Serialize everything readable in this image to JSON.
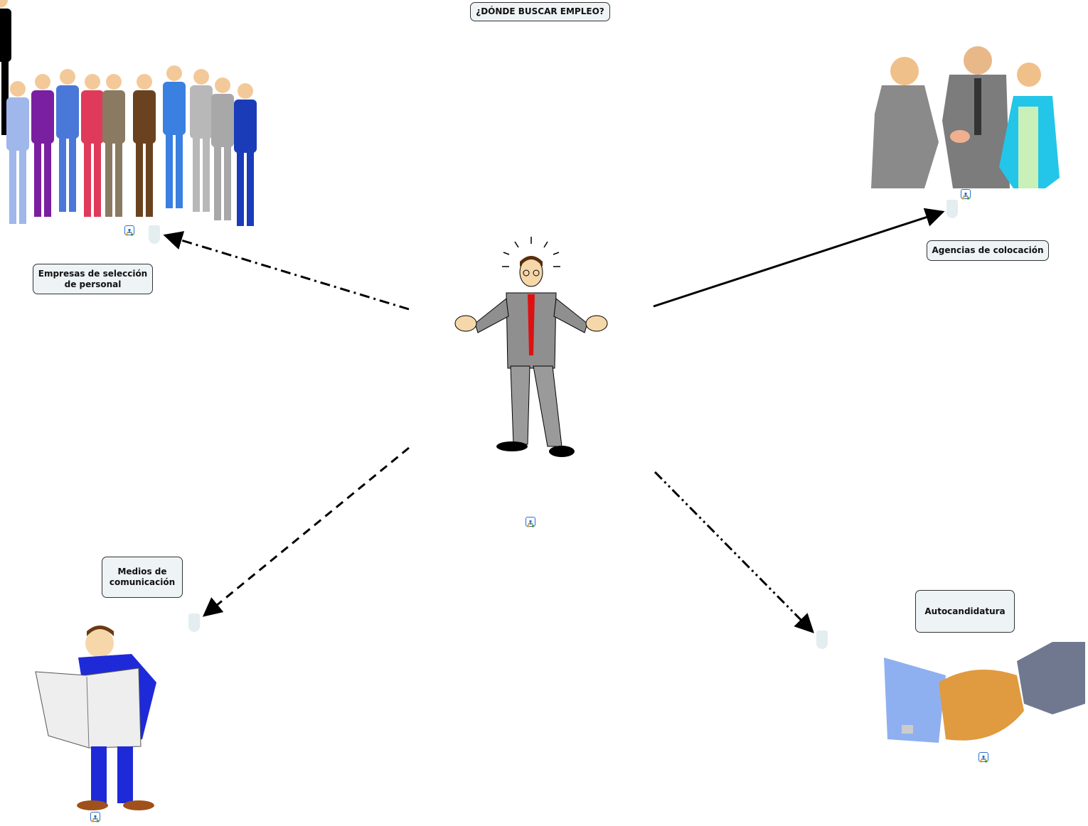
{
  "title": "¿DÓNDE BUSCAR EMPLEO?",
  "concepts": {
    "empresas": "Empresas de selección de personal",
    "agencias": "Agencias de colocación",
    "medios": "Medios de comunicación",
    "autocandidatura": "Autocandidatura"
  },
  "icons": [
    "cmap-resource-icon"
  ]
}
